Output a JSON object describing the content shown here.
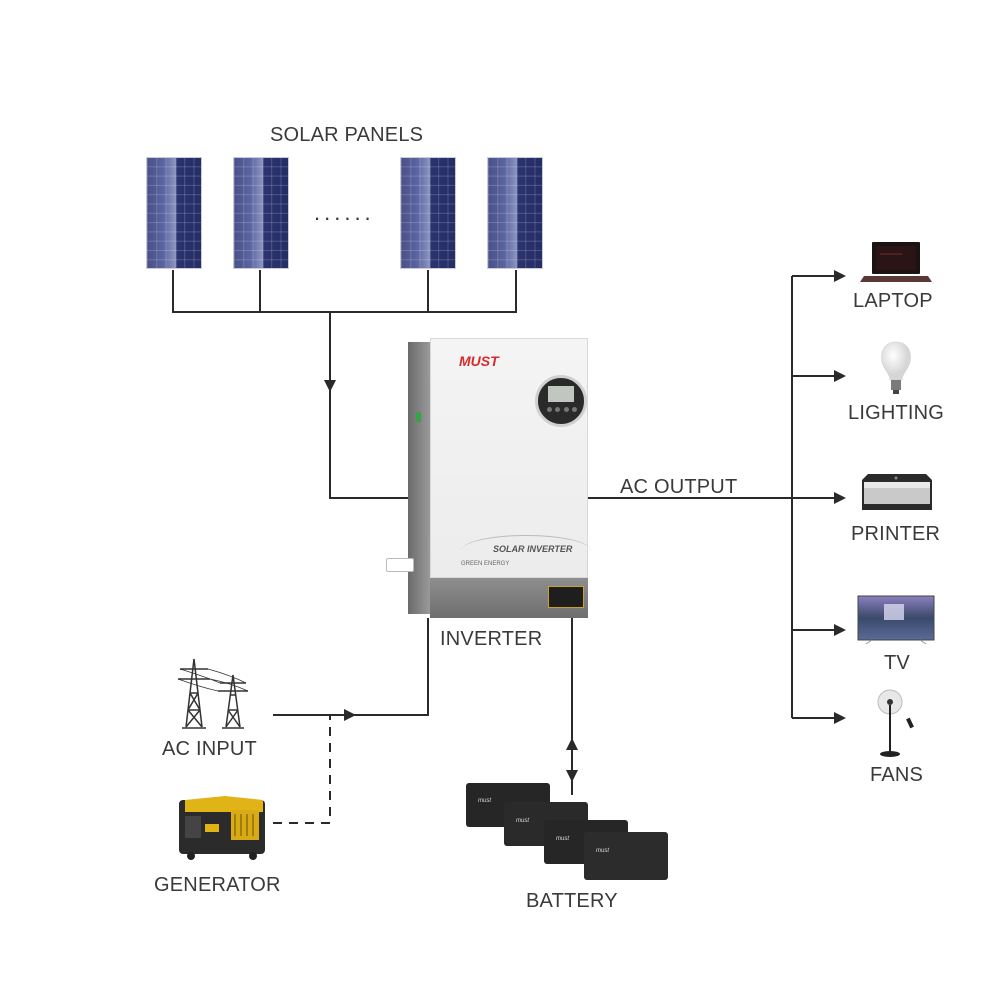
{
  "diagram": {
    "title": "Solar inverter system wiring diagram",
    "labels": {
      "solar_panels": "SOLAR PANELS",
      "panel_ellipsis": "......",
      "inverter": "INVERTER",
      "ac_output": "AC OUTPUT",
      "ac_input": "AC INPUT",
      "generator": "GENERATOR",
      "battery": "BATTERY"
    },
    "inverter_device": {
      "brand": "MUST",
      "product_text": "SOLAR INVERTER",
      "sub_text": "GREEN ENERGY"
    },
    "loads": [
      {
        "label": "LAPTOP",
        "icon": "laptop-icon"
      },
      {
        "label": "LIGHTING",
        "icon": "light-bulb-icon"
      },
      {
        "label": "PRINTER",
        "icon": "printer-icon"
      },
      {
        "label": "TV",
        "icon": "tv-icon"
      },
      {
        "label": "FANS",
        "icon": "fan-icon"
      }
    ],
    "panel_count_shown": 4,
    "battery_count_shown": 4,
    "connections": [
      {
        "from": "SOLAR PANELS",
        "to": "INVERTER",
        "style": "solid",
        "direction": "one-way"
      },
      {
        "from": "AC INPUT",
        "to": "INVERTER",
        "style": "solid",
        "direction": "one-way"
      },
      {
        "from": "GENERATOR",
        "to": "AC INPUT line",
        "style": "dashed",
        "direction": "one-way"
      },
      {
        "from": "INVERTER",
        "to": "BATTERY",
        "style": "solid",
        "direction": "two-way"
      },
      {
        "from": "INVERTER",
        "to": "LOADS",
        "style": "solid",
        "direction": "one-way",
        "label": "AC OUTPUT"
      }
    ],
    "colors": {
      "line": "#2a2a2a",
      "text": "#3a3a3a",
      "brand_red": "#d62b2b",
      "panel_blue": "#2c3470"
    }
  }
}
